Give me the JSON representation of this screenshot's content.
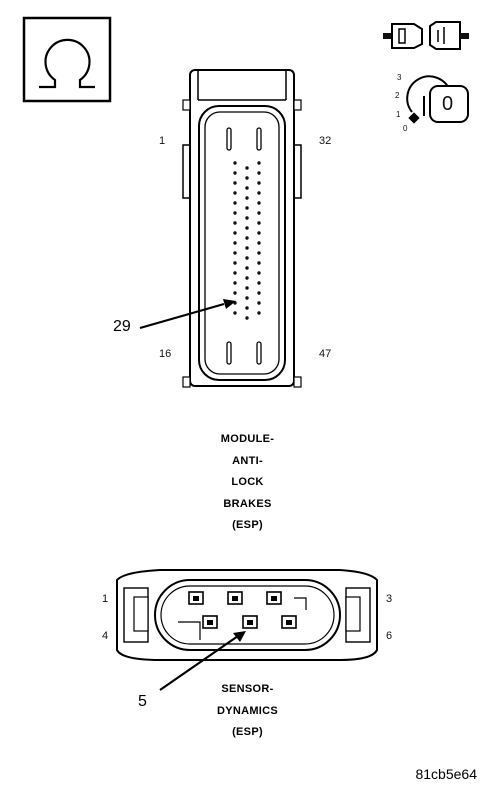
{
  "symbols": {
    "meter_mode": "ohmmeter-icon",
    "connector_state": "disconnected-connector-icon",
    "ignition": {
      "positions": [
        "3",
        "2",
        "1",
        "0"
      ],
      "selected": "0"
    }
  },
  "connector_abs": {
    "pin_labels": {
      "top_left": "1",
      "top_right": "32",
      "bottom_left": "16",
      "bottom_right": "47"
    },
    "callout_pin": "29",
    "caption": [
      "MODULE-",
      "ANTI-",
      "LOCK",
      "BRAKES",
      "(ESP)"
    ]
  },
  "connector_sensor": {
    "pin_labels": {
      "top_left": "1",
      "top_right": "3",
      "bottom_left": "4",
      "bottom_right": "6"
    },
    "callout_pin": "5",
    "caption": [
      "SENSOR-",
      "DYNAMICS",
      "(ESP)"
    ]
  },
  "figure_id": "81cb5e64"
}
